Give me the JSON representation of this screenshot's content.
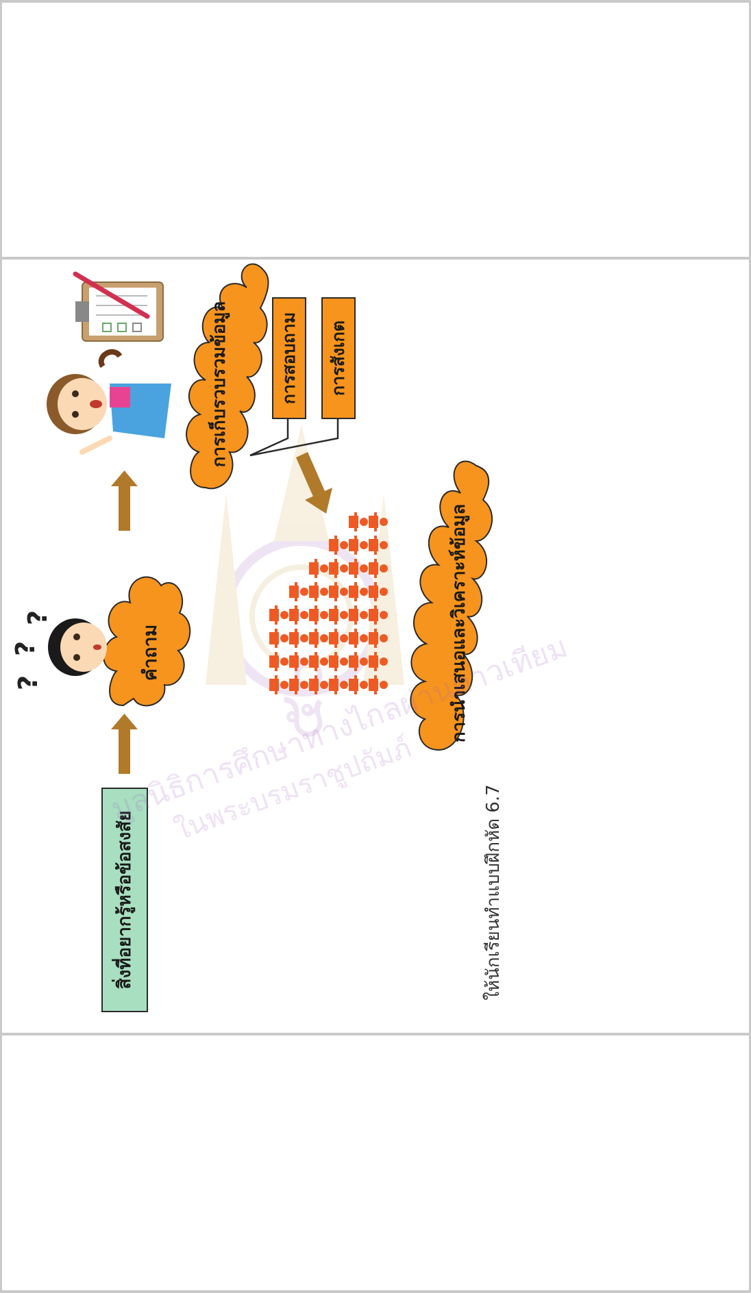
{
  "flow": {
    "curiosity": "สิ่งที่อยากรู้หรือข้อสงสัย",
    "question": "คำถาม",
    "collect": "การเก็บรวบรวมข้อมูล",
    "method_1": "การสอบถาม",
    "method_2": "การสังเกต",
    "present": "การนำเสนอและวิเคราะห์ข้อมูล"
  },
  "question_marks": [
    "?",
    "?",
    "?"
  ],
  "watermark": {
    "line1": "มูลนิธิการศึกษาทางไกลผ่านดาวเทียม",
    "line2": "ในพระบรมราชูปถัมภ์",
    "seal_number": "๕๐"
  },
  "caption": "ให้นักเรียนทำแบบฝึกหัด 6.7",
  "colors": {
    "cloud": "#f7941d",
    "arrow": "#b07a2a",
    "box_green": "#a8dfc0",
    "people": "#ef5a24"
  }
}
